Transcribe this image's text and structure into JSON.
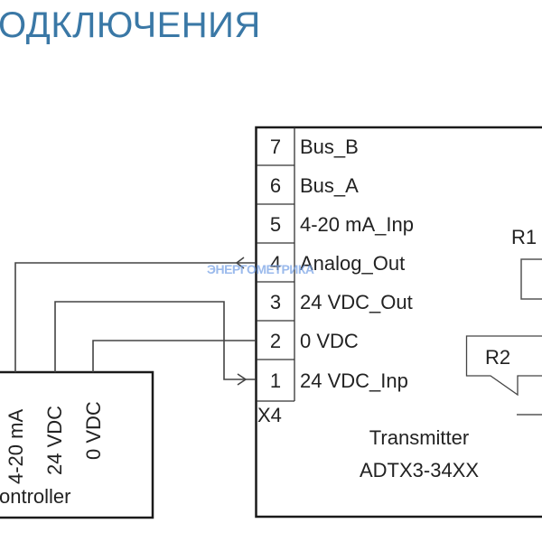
{
  "header": {
    "title": "ОДКЛЮЧЕНИЯ"
  },
  "transmitter": {
    "name": "Transmitter",
    "model": "ADTX3-34XX",
    "connector": "X4",
    "pins": [
      {
        "num": "7",
        "label": "Bus_B"
      },
      {
        "num": "6",
        "label": "Bus_A"
      },
      {
        "num": "5",
        "label": "4-20 mA_Inp"
      },
      {
        "num": "4",
        "label": "Analog_Out"
      },
      {
        "num": "3",
        "label": "24 VDC_Out"
      },
      {
        "num": "2",
        "label": "0 VDC"
      },
      {
        "num": "1",
        "label": "24 VDC_Inp"
      }
    ],
    "resistors": {
      "r1": "R1",
      "r2": "R2"
    }
  },
  "controller": {
    "name": "ontroller",
    "terminals": [
      "4-20 mA",
      "24 VDC",
      "0 VDC"
    ]
  },
  "connections": [
    {
      "from": "controller.4-20 mA",
      "to": "transmitter.pin4",
      "direction": "into-controller"
    },
    {
      "from": "controller.24 VDC",
      "to": "transmitter.pin1",
      "direction": "into-transmitter"
    },
    {
      "from": "controller.0 VDC",
      "to": "transmitter.pin2",
      "direction": "none"
    }
  ],
  "watermark": "ЭНЕРГОМЕТРИКА",
  "colors": {
    "title": "#3a78a6",
    "line": "#222222",
    "watermark": "#7aa4e6"
  }
}
